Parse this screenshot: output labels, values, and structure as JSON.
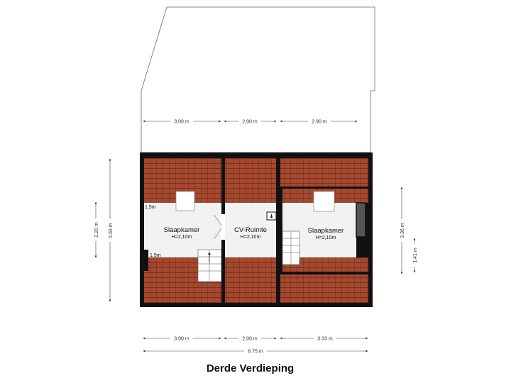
{
  "title": "Derde Verdieping",
  "rooms": [
    {
      "name": "Slaapkamer",
      "height": "H=2,10m"
    },
    {
      "name": "CV-Ruimte",
      "height": "H=2,10m"
    },
    {
      "name": "Slaapkamer",
      "height": "H=2,10m"
    }
  ],
  "notes": {
    "a": "1,5m",
    "b": "1.5m"
  },
  "dimensions": {
    "top": [
      "3.00 m",
      "2,00 m",
      "2.90 m"
    ],
    "bottom": [
      "3.00 m",
      "2,00 m",
      "3.33 m"
    ],
    "total": "8.75 m",
    "left_inner": "2.20 m",
    "left_outer": "5.55 m",
    "right_outer": "3.36 m",
    "right_inner": "1.41 m"
  },
  "colors": {
    "roof_tile": "#a5492e",
    "tile_line": "#6e2a18",
    "wall": "#111111",
    "floor": "#f2f2f2"
  }
}
